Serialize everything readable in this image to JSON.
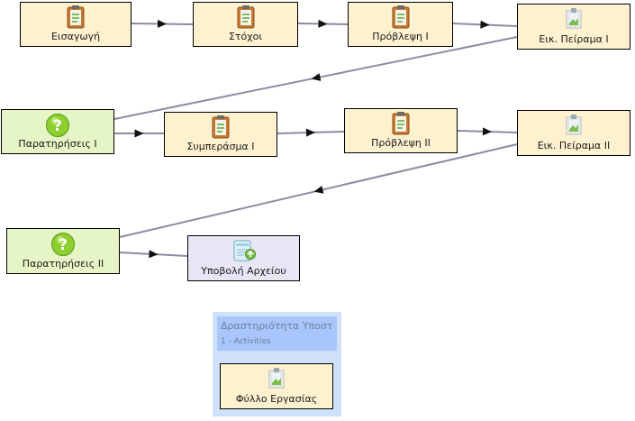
{
  "colors": {
    "task_fill": "#fdf1cf",
    "question_fill": "#e6f5c6",
    "upload_fill": "#e7e6f4",
    "connector": "#8e8aa6",
    "group_fill": "#cfe0fb",
    "group_header": "#a8c6fb"
  },
  "nodes": [
    {
      "id": "intro",
      "label": "Εισαγωγή",
      "type": "task",
      "icon": "clipboard-icon"
    },
    {
      "id": "goals",
      "label": "Στόχοι",
      "type": "task",
      "icon": "clipboard-icon"
    },
    {
      "id": "predict1",
      "label": "Πρόβλεψη Ι",
      "type": "task",
      "icon": "clipboard-icon"
    },
    {
      "id": "exp1",
      "label": "Εικ. Πείραμα Ι",
      "type": "task",
      "icon": "image-note-icon"
    },
    {
      "id": "obs1",
      "label": "Παρατηρήσεις Ι",
      "type": "question",
      "icon": "question-icon"
    },
    {
      "id": "concl1",
      "label": "Συμπεράσμα Ι",
      "type": "task",
      "icon": "clipboard-icon"
    },
    {
      "id": "predict2",
      "label": "Πρόβλεψη ΙΙ",
      "type": "task",
      "icon": "clipboard-icon"
    },
    {
      "id": "exp2",
      "label": "Εικ. Πείραμα ΙΙ",
      "type": "task",
      "icon": "image-note-icon"
    },
    {
      "id": "obs2",
      "label": "Παρατηρήσεις ΙΙ",
      "type": "question",
      "icon": "question-icon"
    },
    {
      "id": "upload",
      "label": "Υποβολή Αρχείου",
      "type": "upload",
      "icon": "file-upload-icon"
    }
  ],
  "group": {
    "title": "Δραστηριότητα Υποστ",
    "subtitle": "1 - Activities",
    "item": {
      "label": "Φύλλο Εργασίας",
      "icon": "image-note-icon"
    }
  }
}
